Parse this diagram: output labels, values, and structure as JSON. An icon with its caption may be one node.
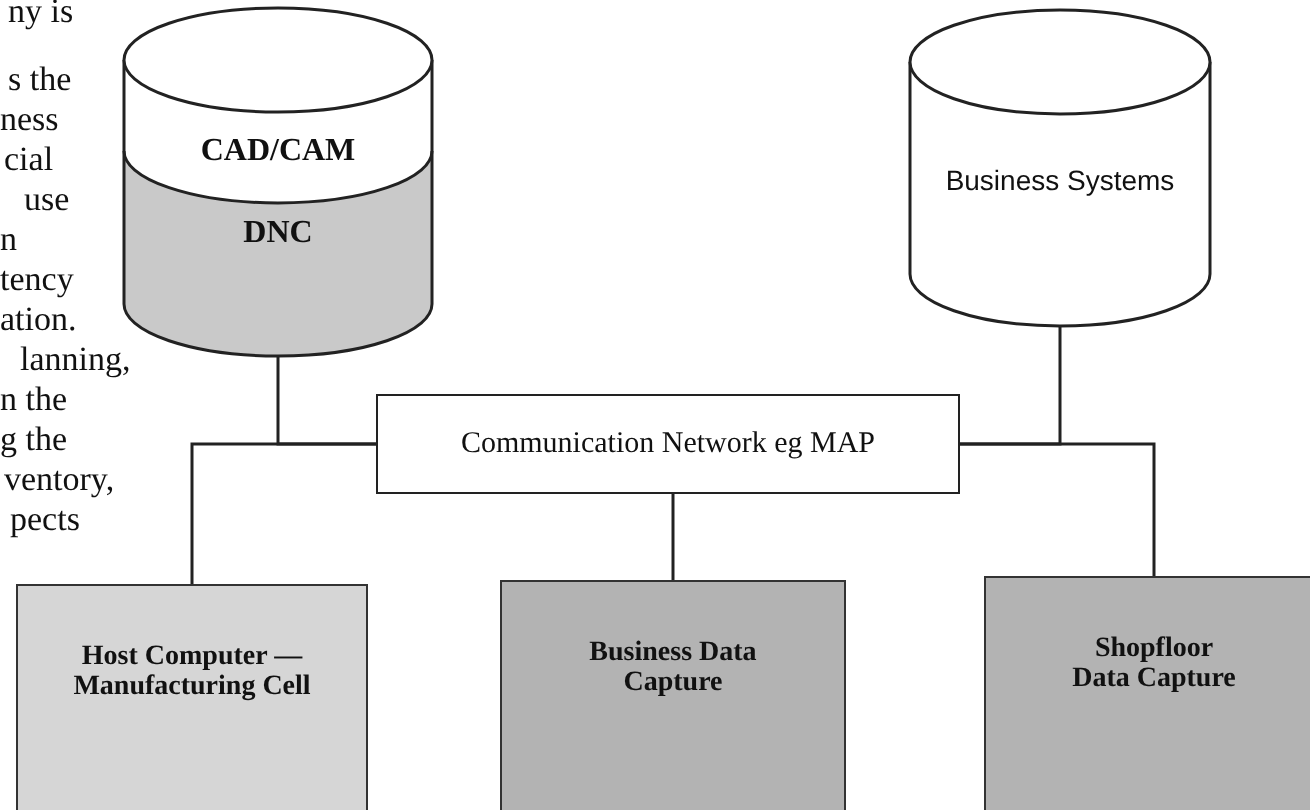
{
  "diagram": {
    "nodes": [
      {
        "text": [
          "CAD/CAM",
          "DNC"
        ]
      },
      {
        "text": [
          "Business Systems"
        ]
      },
      {
        "text": [
          "Communication Network eg MAP"
        ]
      },
      {
        "text": [
          "Host Computer — Manufacturing Cell"
        ]
      },
      {
        "text": [
          "Business Data Capture"
        ]
      },
      {
        "text": [
          "Shopfloor Data Capture"
        ]
      }
    ],
    "edges": [
      {
        "from": 0,
        "to": 2,
        "arrow": "none"
      },
      {
        "from": 2,
        "to": 3,
        "arrow": "none"
      },
      {
        "from": 2,
        "to": 4,
        "arrow": "none"
      },
      {
        "from": 1,
        "to": 2,
        "arrow": "none"
      },
      {
        "from": 2,
        "to": 5,
        "arrow": "none"
      }
    ],
    "labels": [
      "ny is",
      "s the",
      "ness",
      "cial",
      "use",
      "n",
      "tency",
      "ation.",
      "lanning,",
      "n the",
      "g the",
      "ventory,",
      "pects"
    ]
  }
}
